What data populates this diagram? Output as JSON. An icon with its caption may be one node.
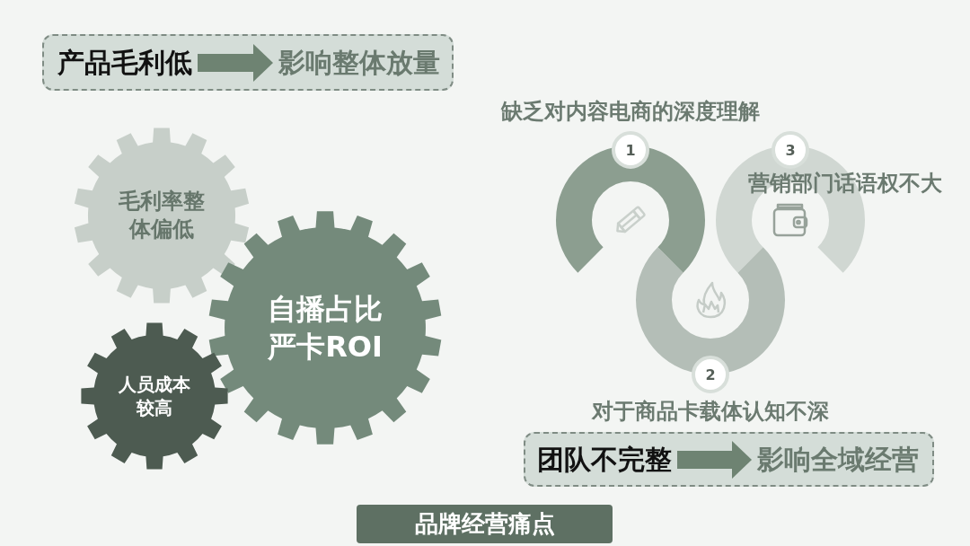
{
  "diagram": {
    "nodes": [
      {
        "text": [],
        "shape": "box"
      },
      {
        "text": [
          "产品毛利低"
        ],
        "in": 0
      },
      {
        "text": [
          "影响整体放量"
        ],
        "in": 0
      },
      {
        "text": [
          "1"
        ],
        "beside": [
          "缺乏对内容电商的深度理解"
        ]
      },
      {
        "text": [
          "3"
        ],
        "beside": [
          "营销部门话语权不大"
        ]
      },
      {
        "text": [
          "毛利率整体偏低"
        ]
      },
      {
        "text": [
          "自播占比严卡ROI"
        ]
      },
      {
        "text": [
          "2"
        ],
        "beside": [
          "对于商品卡载体认知不深"
        ]
      },
      {
        "text": [
          "人员成本较高"
        ]
      },
      {
        "text": [],
        "shape": "box"
      },
      {
        "text": [
          "团队不完整"
        ],
        "in": 9
      },
      {
        "text": [
          "影响全域经营"
        ],
        "in": 9
      },
      {
        "text": [
          "品牌经营痛点"
        ]
      }
    ],
    "edges": [
      {
        "from": 1,
        "to": 2,
        "arrow": "to"
      },
      {
        "from": 10,
        "to": 11,
        "arrow": "to"
      }
    ]
  }
}
